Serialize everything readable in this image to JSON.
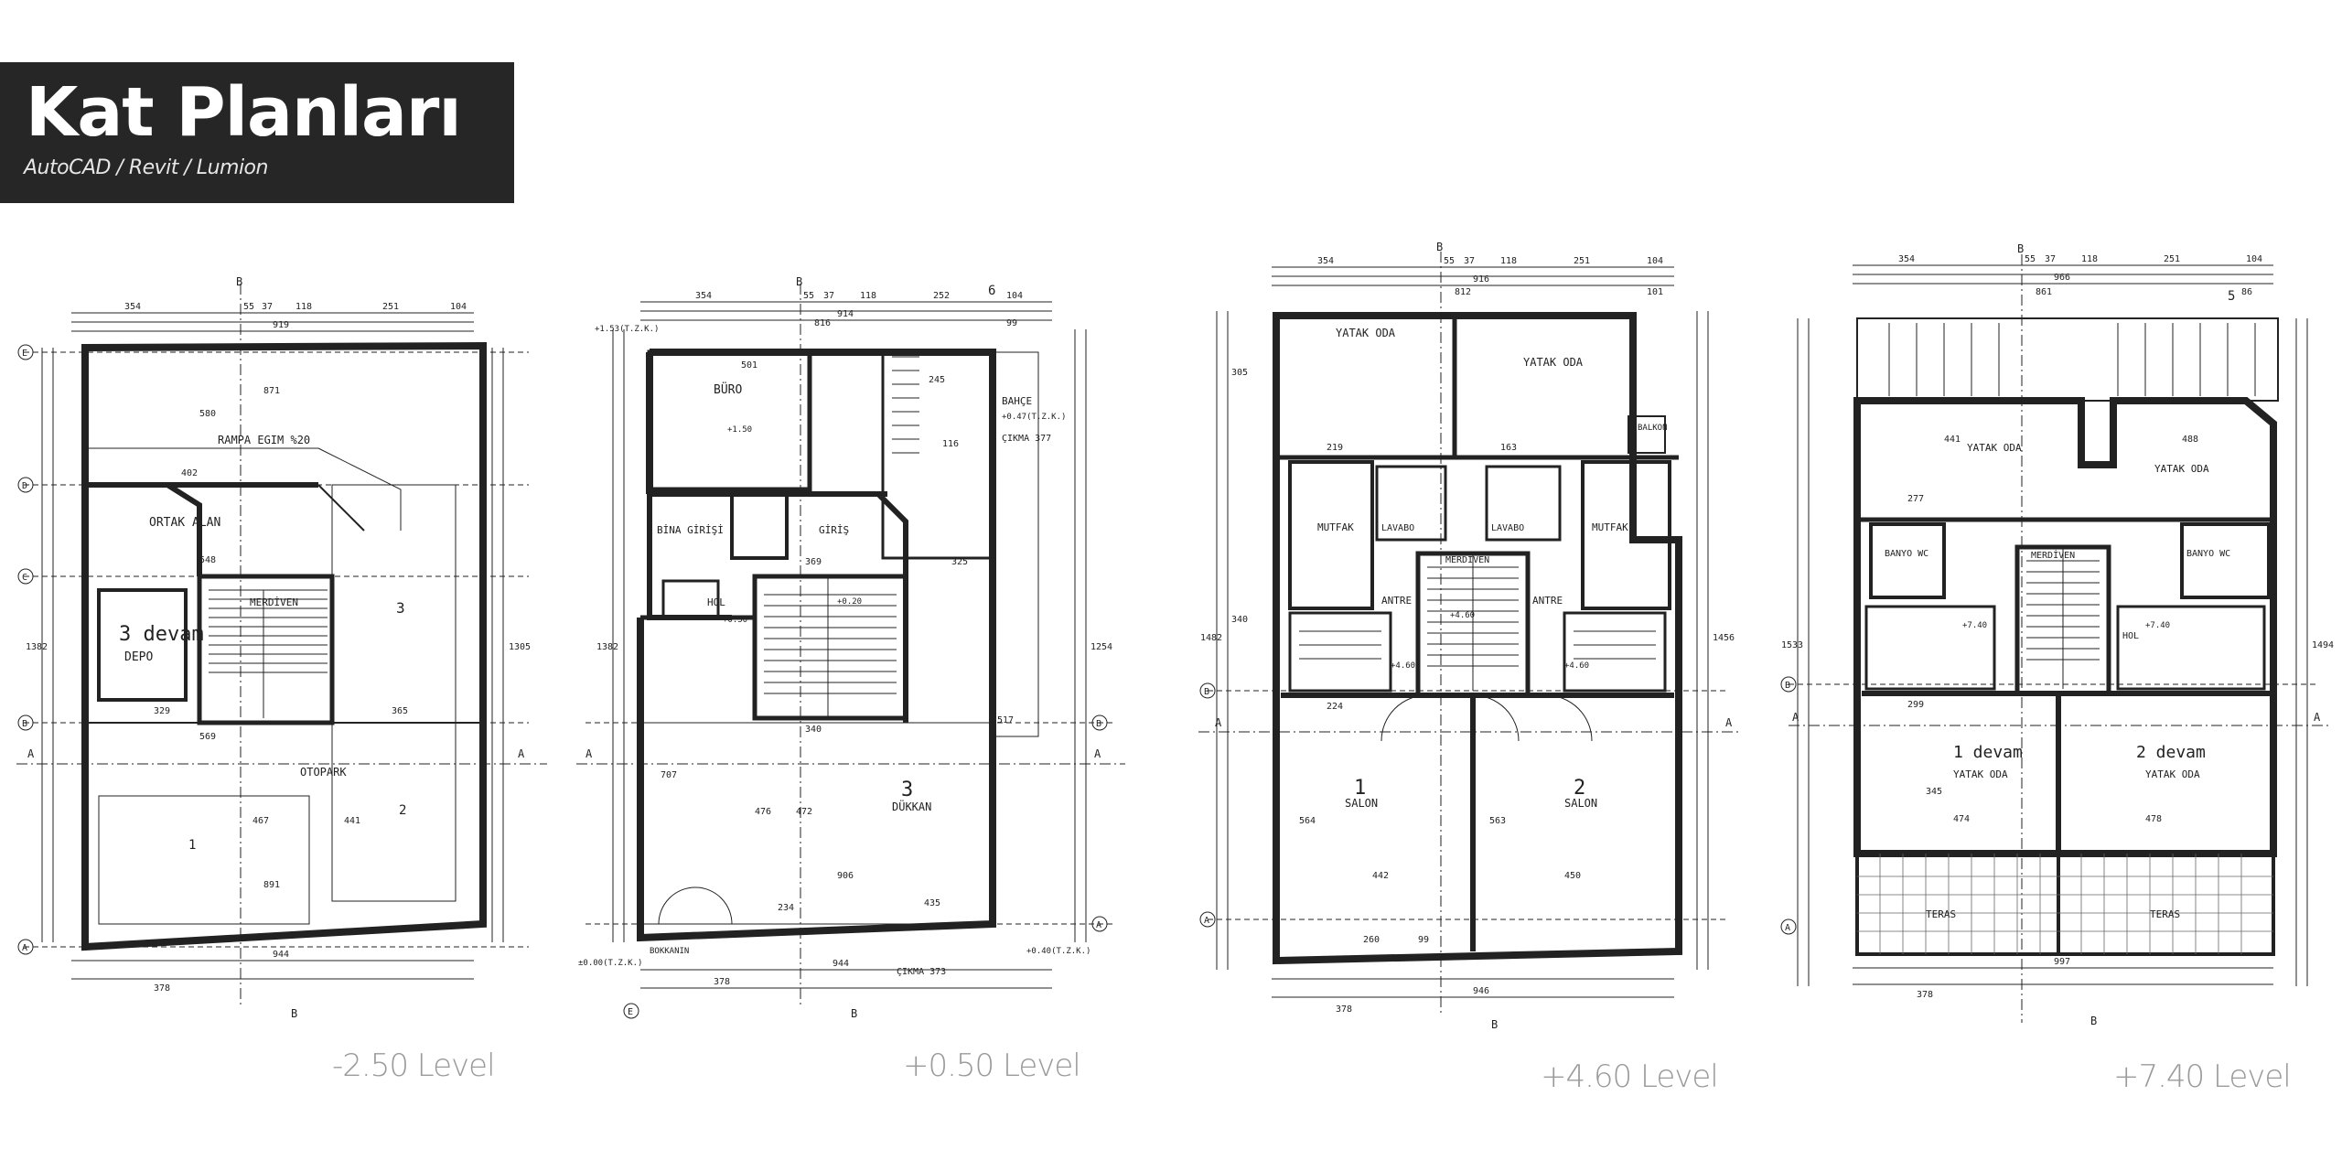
{
  "header": {
    "title": "Kat Planları",
    "subtitle": "AutoCAD / Revit / Lumion"
  },
  "plans": [
    {
      "level": "-2.50 Level",
      "rooms": [
        "ORTAK ALAN",
        "MERDİVEN",
        "DEPO",
        "OTOPARK"
      ],
      "notes": [
        "RAMPA EGIM %20",
        "3 devam"
      ],
      "markers": [
        "1",
        "2",
        "3"
      ],
      "dims": [
        "354",
        "55",
        "37",
        "118",
        "251",
        "104",
        "919",
        "944",
        "378",
        "1382",
        "1305",
        "871",
        "580",
        "402",
        "548",
        "329",
        "569",
        "891",
        "365",
        "467",
        "441"
      ],
      "axes": [
        "E",
        "D",
        "C",
        "B",
        "A"
      ],
      "section": [
        "A",
        "A",
        "B",
        "B"
      ]
    },
    {
      "level": "+0.50 Level",
      "rooms": [
        "BÜRO",
        "BİNA GİRİŞİ",
        "HOL",
        "GİRİŞ",
        "DÜKKAN",
        "BAHÇE"
      ],
      "notes": [
        "ÇIKMA 377",
        "ÇIKMA 373",
        "BOKKANIN",
        "+0.50",
        "+1.50",
        "+0.20",
        "+1.53(T.Z.K.)",
        "+0.47(T.Z.K.)",
        "+0.40(T.Z.K.)",
        "±0.00(T.Z.K.)"
      ],
      "markers": [
        "3",
        "6"
      ],
      "dims": [
        "354",
        "55",
        "37",
        "118",
        "252",
        "104",
        "914",
        "816",
        "99",
        "501",
        "245",
        "116",
        "369",
        "325",
        "906",
        "435",
        "234",
        "944",
        "378",
        "1382",
        "1254",
        "707",
        "476",
        "472",
        "517",
        "340"
      ],
      "axes": [
        "B",
        "A",
        "E"
      ],
      "section": [
        "A",
        "A",
        "B",
        "B"
      ]
    },
    {
      "level": "+4.60 Level",
      "rooms": [
        "YATAK ODA",
        "YATAK ODA",
        "MUTFAK",
        "MUTFAK",
        "LAVABO",
        "LAVABO",
        "MERDİVEN",
        "ANTRE",
        "ANTRE",
        "SALON",
        "SALON",
        "BALKON"
      ],
      "notes": [
        "+4.60",
        "+4.60",
        "+4.60"
      ],
      "markers": [
        "1",
        "2"
      ],
      "dims": [
        "354",
        "55",
        "37",
        "118",
        "251",
        "104",
        "916",
        "812",
        "101",
        "219",
        "163",
        "224",
        "442",
        "450",
        "946",
        "378",
        "260",
        "99",
        "1482",
        "1456",
        "564",
        "563",
        "305",
        "340"
      ],
      "axes": [
        "B",
        "A"
      ],
      "section": [
        "A",
        "A",
        "B",
        "B"
      ]
    },
    {
      "level": "+7.40 Level",
      "rooms": [
        "YATAK ODA",
        "YATAK ODA",
        "BANYO WC",
        "BANYO WC",
        "MERDİVEN",
        "HOL",
        "YATAK ODA",
        "YATAK ODA",
        "TERAS",
        "TERAS"
      ],
      "notes": [
        "1 devam",
        "2 devam",
        "+7.40",
        "+7.40"
      ],
      "markers": [
        "5"
      ],
      "dims": [
        "354",
        "55",
        "37",
        "118",
        "251",
        "104",
        "966",
        "861",
        "86",
        "441",
        "488",
        "277",
        "299",
        "474",
        "478",
        "997",
        "378",
        "1533",
        "1494",
        "345"
      ],
      "axes": [
        "B",
        "A"
      ],
      "section": [
        "A",
        "A",
        "B",
        "B"
      ]
    }
  ],
  "colors": {
    "header_bg": "#262626",
    "header_text": "#ffffff",
    "line": "#222222",
    "label": "#9a9a9a"
  }
}
